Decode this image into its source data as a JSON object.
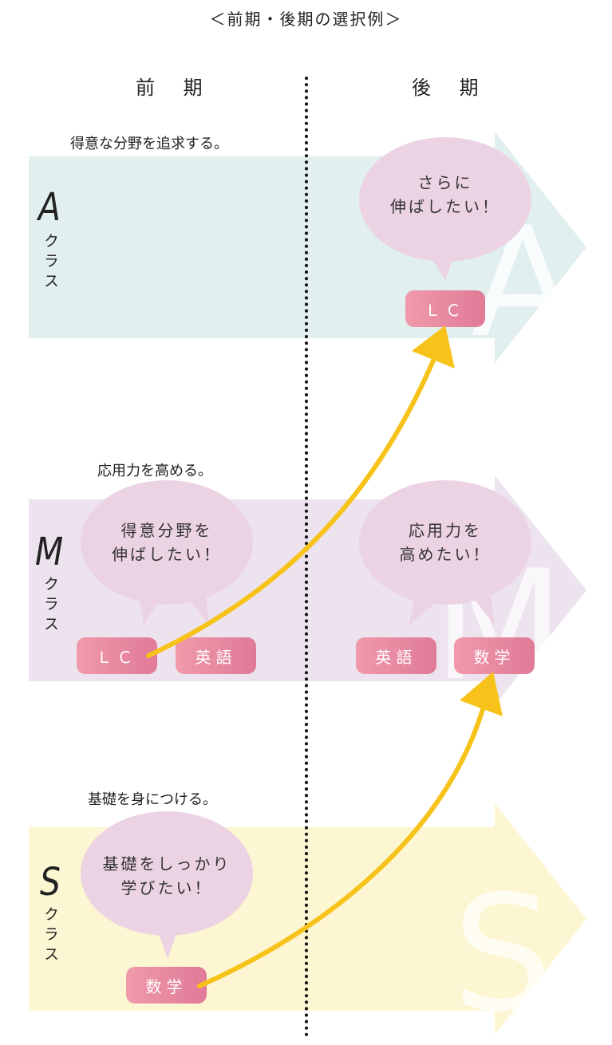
{
  "title": "＜前期・後期の選択例＞",
  "columns": {
    "first": "前 期",
    "second": "後 期"
  },
  "classes": {
    "a": {
      "letter": "A",
      "word": "クラス",
      "goal": "得意な分野を追求する。",
      "watermark": "A",
      "color": "#e1efee"
    },
    "m": {
      "letter": "M",
      "word": "クラス",
      "goal": "応用力を高める。",
      "watermark": "M",
      "color": "#ece3ef"
    },
    "s": {
      "letter": "S",
      "word": "クラス",
      "goal": "基礎を身につける。",
      "watermark": "S",
      "color": "#fdf6d2"
    }
  },
  "bubbles": {
    "a_later": {
      "line1": "さらに",
      "line2": "伸ばしたい！"
    },
    "m_first": {
      "line1": "得意分野を",
      "line2": "伸ばしたい！"
    },
    "m_later": {
      "line1": "応用力を",
      "line2": "高めたい！"
    },
    "s_first": {
      "line1": "基礎をしっかり",
      "line2": "学びたい！"
    }
  },
  "tags": {
    "a_lc": "ＬＣ",
    "m_lc": "ＬＣ",
    "m_eng_first": "英語",
    "m_eng_later": "英語",
    "m_math": "数学",
    "s_math": "数学"
  },
  "colors": {
    "bubble": "#ecd3e3",
    "arrow": "#f7c21a",
    "tag_start": "#f09aaa",
    "tag_end": "#e07a98"
  }
}
